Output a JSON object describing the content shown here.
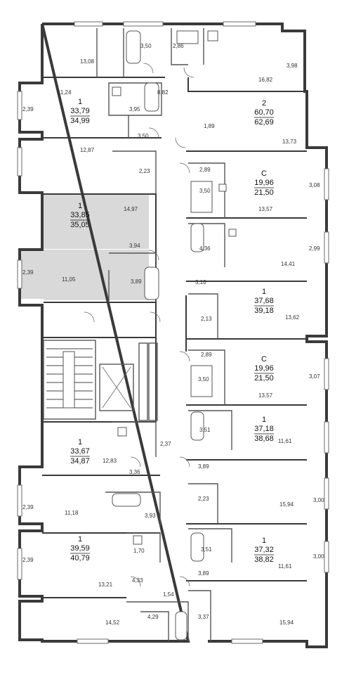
{
  "apartments": [
    {
      "id": "ap-a",
      "type": "1",
      "area": "33,79",
      "total": "34,99"
    },
    {
      "id": "ap-b",
      "type": "2",
      "area": "60,70",
      "total": "62,69"
    },
    {
      "id": "ap-c",
      "type": "С",
      "area": "19,96",
      "total": "21,50"
    },
    {
      "id": "ap-d",
      "type": "1",
      "area": "33,85",
      "total": "35,05"
    },
    {
      "id": "ap-e",
      "type": "1",
      "area": "37,68",
      "total": "39,18"
    },
    {
      "id": "ap-f",
      "type": "С",
      "area": "19,96",
      "total": "21,50"
    },
    {
      "id": "ap-g",
      "type": "1",
      "area": "37,18",
      "total": "38,68"
    },
    {
      "id": "ap-h",
      "type": "1",
      "area": "33,67",
      "total": "34,87"
    },
    {
      "id": "ap-i",
      "type": "1",
      "area": "39,59",
      "total": "40,79"
    },
    {
      "id": "ap-j",
      "type": "1",
      "area": "37,32",
      "total": "38,82"
    }
  ],
  "room_labels": [
    "3,50",
    "2,86",
    "13,08",
    "3,98",
    "16,82",
    "8,82",
    "11,24",
    "3,95",
    "2,39",
    "1,89",
    "3,50",
    "13,73",
    "12,87",
    "2,23",
    "2,89",
    "3,50",
    "3,08",
    "13,57",
    "14,97",
    "4,36",
    "2,99",
    "14,41",
    "3,94",
    "2,39",
    "11,05",
    "3,89",
    "3,16",
    "2,13",
    "13,62",
    "2,89",
    "3,50",
    "3,07",
    "13,57",
    "3,51",
    "11,61",
    "12,83",
    "2,37",
    "3,36",
    "3,89",
    "2,23",
    "15,94",
    "3,00",
    "2,39",
    "11,18",
    "3,93",
    "3,51",
    "3,00",
    "11,61",
    "1,70",
    "2,39",
    "13,21",
    "3,89",
    "4,33",
    "1,54",
    "14,52",
    "4,29",
    "3,37",
    "15,94"
  ],
  "highlighted_apartment": "ap-d"
}
